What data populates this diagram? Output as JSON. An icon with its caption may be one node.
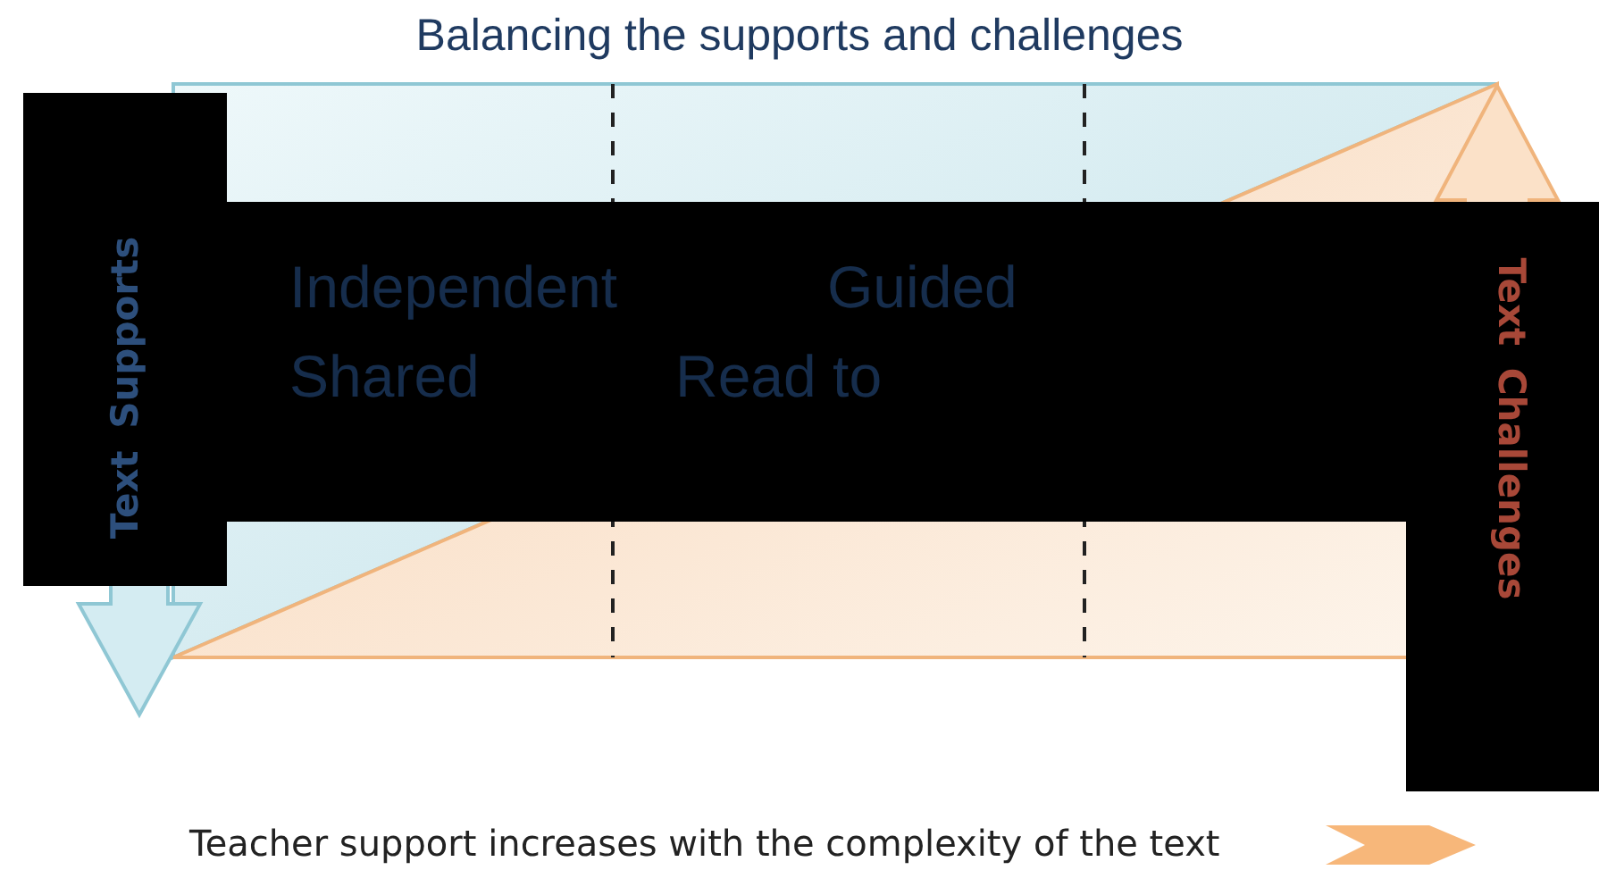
{
  "diagram": {
    "title": "Balancing the supports and challenges",
    "labels": [
      "Text Supports",
      "Independent",
      "Guided",
      "Shared",
      "Read to",
      "Text Challenges"
    ],
    "caption": "Teacher support increases with the complexity of the text"
  }
}
